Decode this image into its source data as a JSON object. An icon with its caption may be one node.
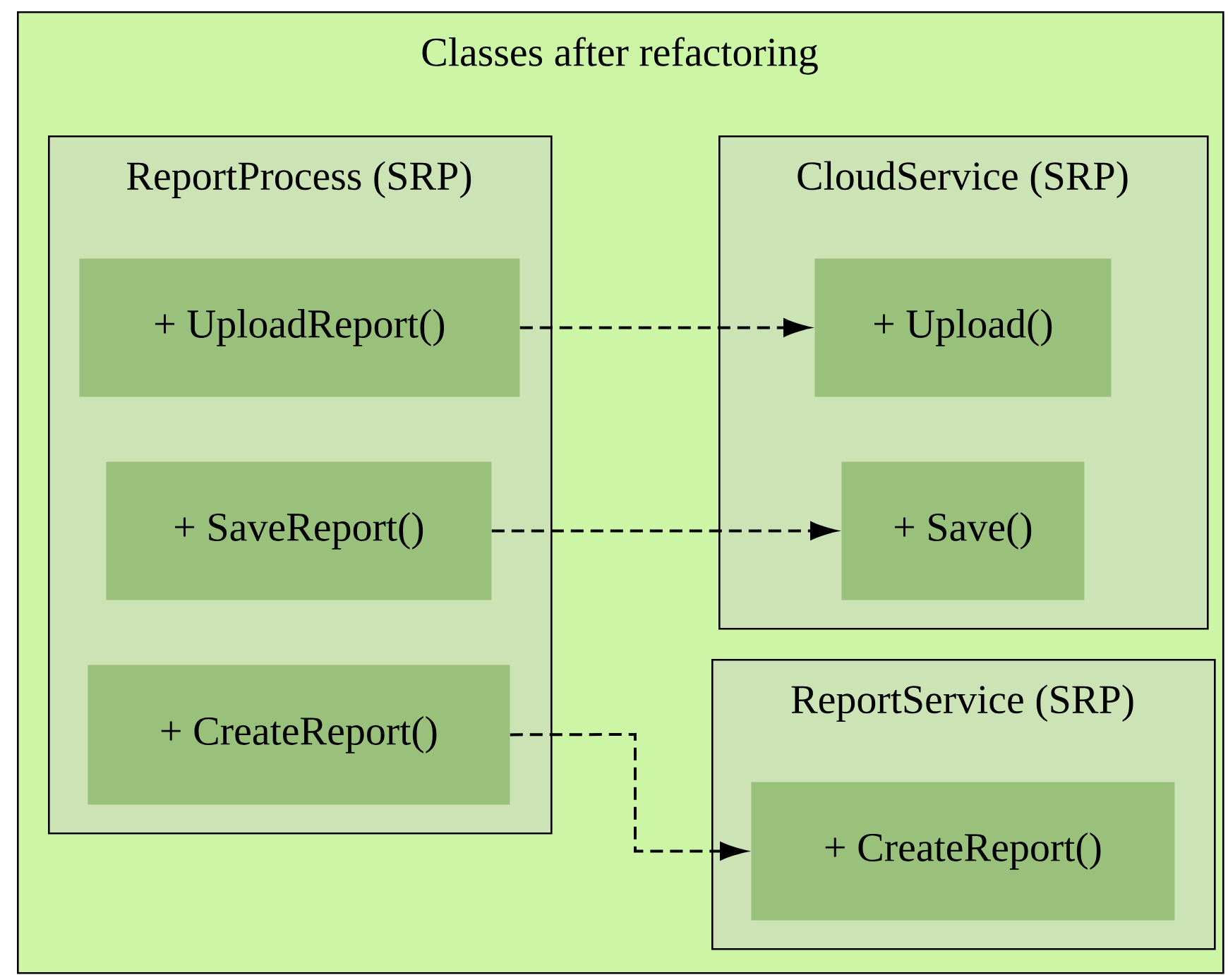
{
  "diagram": {
    "nodes": [
      {
        "text": [
          "Classes after refactoring"
        ]
      },
      {
        "text": [
          "ReportProcess (SRP)"
        ],
        "in": 0
      },
      {
        "text": [
          "+ UploadReport()"
        ],
        "in": 1
      },
      {
        "text": [
          "+ SaveReport()"
        ],
        "in": 1
      },
      {
        "text": [
          "+ CreateReport()"
        ],
        "in": 1
      },
      {
        "text": [
          "CloudService (SRP)"
        ],
        "in": 0
      },
      {
        "text": [
          "+ Upload()"
        ],
        "in": 5
      },
      {
        "text": [
          "+ Save()"
        ],
        "in": 5
      },
      {
        "text": [
          "ReportService (SRP)"
        ],
        "in": 0
      },
      {
        "text": [
          "+ CreateReport()"
        ],
        "in": 8
      }
    ],
    "edges": [
      {
        "from": 2,
        "to": 6,
        "arrow": "to",
        "style": "dashed"
      },
      {
        "from": 3,
        "to": 7,
        "arrow": "to",
        "style": "dashed"
      },
      {
        "from": 4,
        "to": 9,
        "arrow": "to",
        "style": "dashed"
      }
    ]
  }
}
